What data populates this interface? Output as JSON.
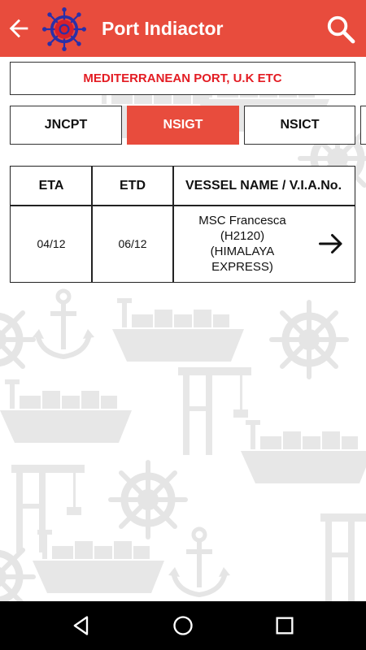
{
  "app": {
    "title": "Port Indiactor"
  },
  "region": {
    "label": "MEDITERRANEAN PORT, U.K ETC"
  },
  "terminals": [
    {
      "label": "JNCPT",
      "active": false
    },
    {
      "label": "NSIGT",
      "active": true
    },
    {
      "label": "NSICT",
      "active": false
    }
  ],
  "table": {
    "headers": [
      "ETA",
      "ETD",
      "VESSEL NAME / V.I.A.No."
    ],
    "rows": [
      {
        "eta": "04/12",
        "etd": "06/12",
        "vessel": [
          "MSC Francesca",
          "(H2120)",
          "(HIMALAYA",
          "EXPRESS)"
        ]
      }
    ]
  },
  "colors": {
    "primary": "#e84c3d",
    "region_text": "#e31c23",
    "pattern": "#e7e7e7"
  },
  "icons": [
    "arrow-back-icon",
    "ship-wheel-logo-icon",
    "search-icon",
    "arrow-forward-icon",
    "nav-back-icon",
    "nav-home-icon",
    "nav-recents-icon"
  ]
}
